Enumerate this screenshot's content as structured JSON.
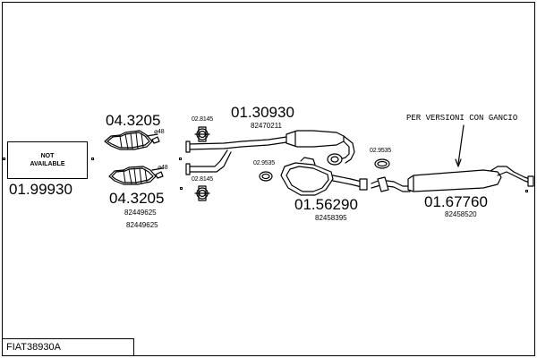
{
  "diagram": {
    "footer_code": "FIAT38930A",
    "note": "PER VERSIONI CON GANCIO",
    "not_available": {
      "line1": "NOT",
      "line2": "AVAILABLE"
    },
    "labels": {
      "p01_99930": "01.99930",
      "p04_3205_top": "04.3205",
      "p04_3205_bottom": "04.3205",
      "ref_82449625_a": "82449625",
      "ref_82449625_b": "82449625",
      "clamp_top": "02.8145",
      "clamp_bottom": "02.8145",
      "diam_top": "⌀48",
      "diam_bottom": "⌀48",
      "p01_30930": "01.30930",
      "ref_82470211": "82470211",
      "gasket_02_9535_a": "02.9535",
      "gasket_02_9535_b": "02.9535",
      "p01_56290": "01.56290",
      "ref_82458395": "82458395",
      "p01_67760": "01.67760",
      "ref_82458520": "82458520"
    }
  }
}
